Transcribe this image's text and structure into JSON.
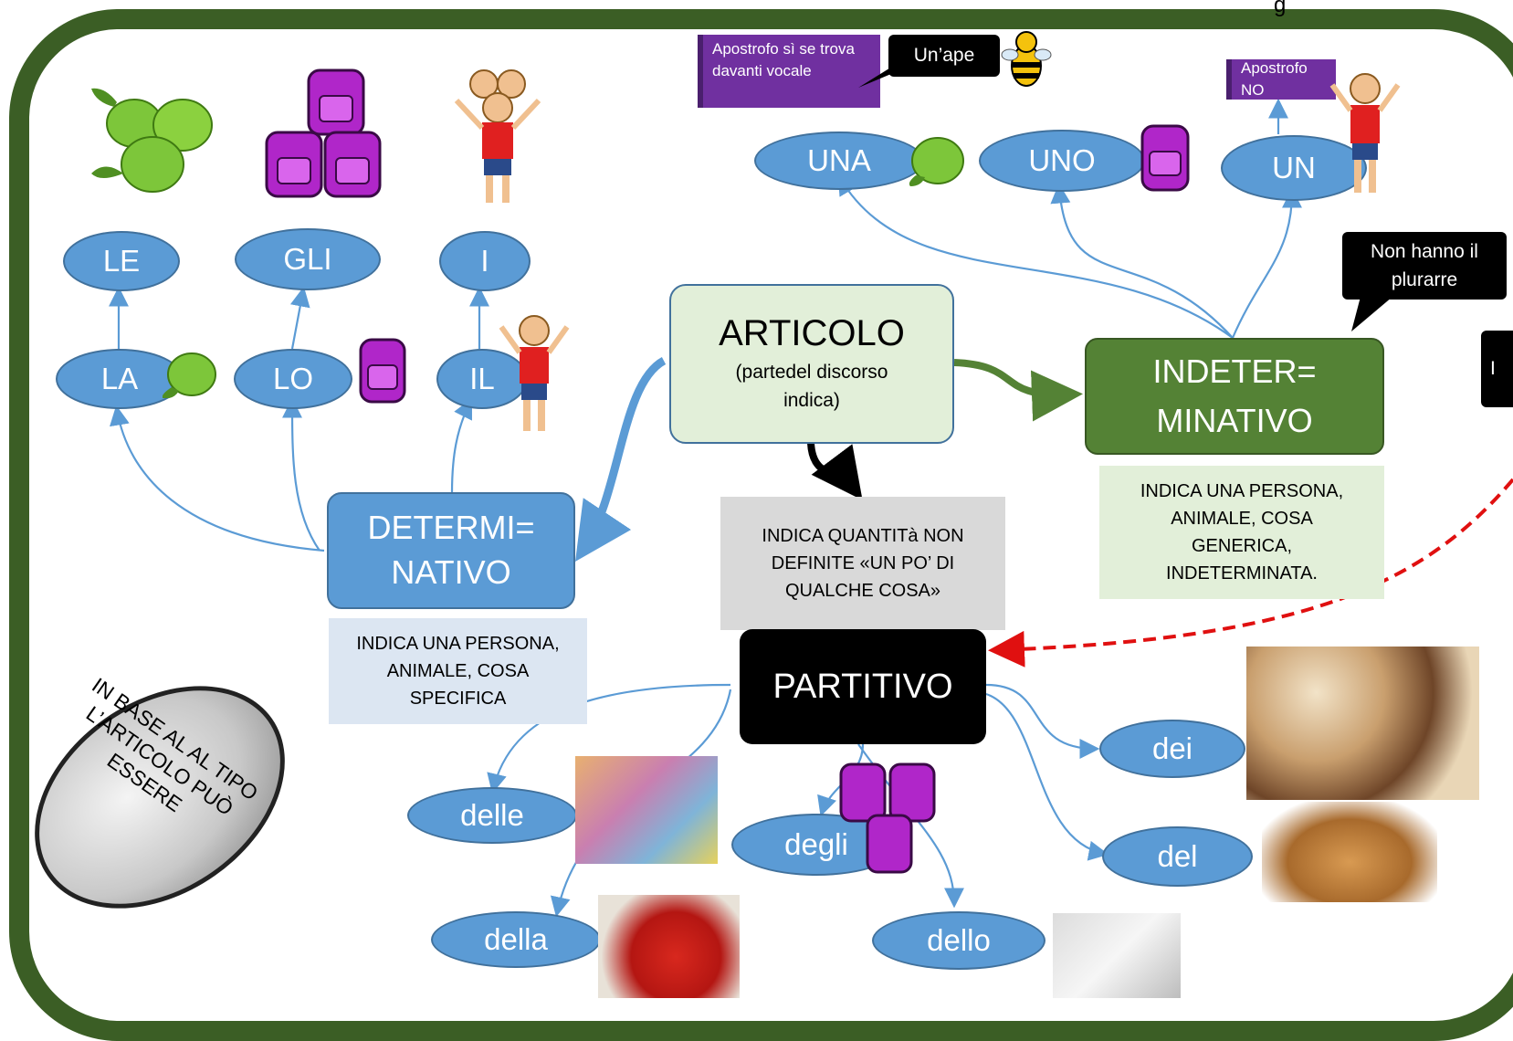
{
  "frame_color": "#3b5e25",
  "center": {
    "title": "ARTICOLO",
    "subtitle": "(partedel discorso indica)"
  },
  "determinativo": {
    "label": "DETERMI= NATIVO",
    "desc": "INDICA UNA PERSONA, ANIMALE, COSA SPECIFICA",
    "singular": [
      "LA",
      "LO",
      "IL"
    ],
    "plural": [
      "LE",
      "GLI",
      "I"
    ]
  },
  "indeterminativo": {
    "label": "INDETER= MINATIVO",
    "desc": "INDICA UNA PERSONA, ANIMALE, COSA GENERICA, INDETERMINATA.",
    "forms": [
      "UNA",
      "UNO",
      "UN"
    ],
    "note_una": "Apostrofo sì se trova davanti vocale",
    "example_una": "Un’ape",
    "note_un": "Apostrofo NO",
    "bubble_plural": "Non hanno il plurarre",
    "bubble_right": "I"
  },
  "partitivo": {
    "label": "PARTITIVO",
    "desc": "INDICA QUANTITà NON DEFINITE «UN PO’ DI QUALCHE COSA»",
    "forms": [
      "delle",
      "della",
      "degli",
      "dello",
      "dei",
      "del"
    ]
  },
  "badge": "IN BASE AL AL TIPO L’ARTICOLO PUÒ ESSERE",
  "top_right_letter": "g",
  "icons": [
    "apple-icon",
    "backpack-icon",
    "child-icon",
    "bee-icon",
    "dolls-image",
    "jam-image",
    "cookies-image",
    "bread-image",
    "sugar-image"
  ]
}
